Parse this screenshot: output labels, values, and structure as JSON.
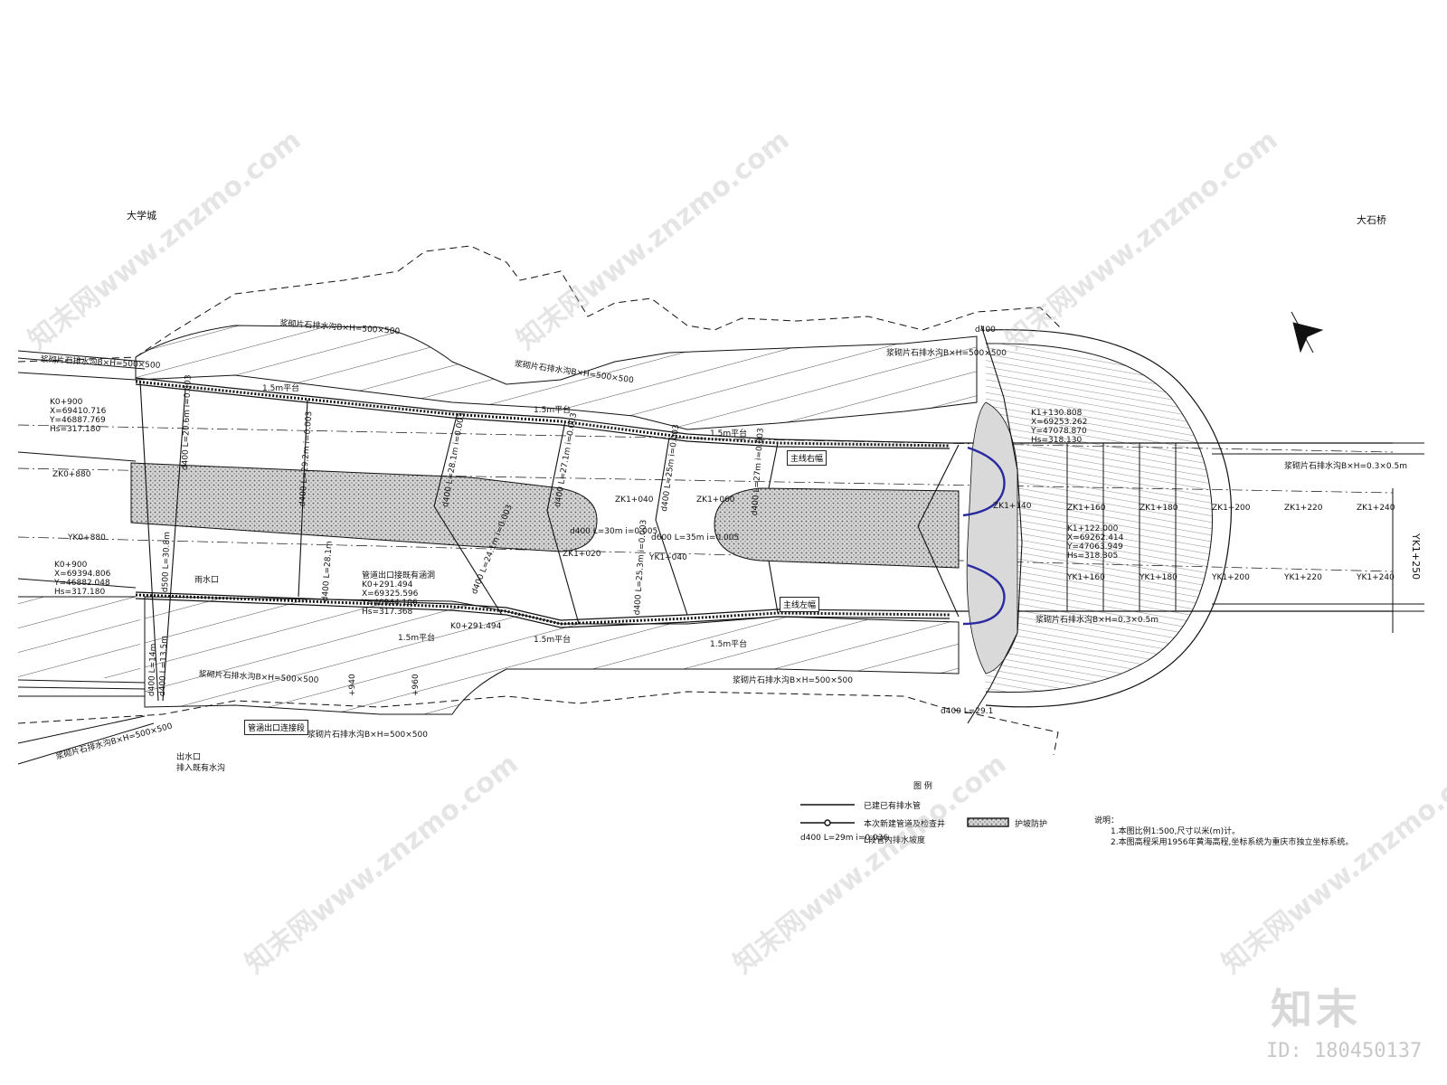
{
  "drawing": {
    "top_left_label": "大学城",
    "top_right_label": "大石桥",
    "north_arrow": "north-arrow-icon"
  },
  "points": {
    "k0900_top": {
      "name": "K0+900",
      "x": "X=69410.716",
      "y": "Y=46887.769",
      "hs": "Hs=317.180"
    },
    "k0900_bot": {
      "name": "K0+900",
      "x": "X=69394.806",
      "y": "Y=46882.048",
      "hs": "Hs=317.180"
    },
    "k0291": {
      "name": "K0+291.494",
      "x": "X=69325.596",
      "y": "Y=46944.106",
      "hs": "Hs=317.368"
    },
    "k1130": {
      "name": "K1+130.808",
      "x": "X=69253.262",
      "y": "Y=47078.870",
      "hs": "Hs=318.130"
    },
    "k1122": {
      "name": "K1+122.000",
      "x": "X=69262.414",
      "y": "Y=47063.949",
      "hs": "Hs=318.305"
    }
  },
  "stations": {
    "zk0880": "ZK0+880",
    "yk0880": "YK0+880",
    "zk1020": "ZK1+020",
    "zk1040": "ZK1+040",
    "zk1060": "ZK1+060",
    "yk1040": "YK1+040",
    "zk1140": "ZK1+140",
    "zk1160": "ZK1+160",
    "zk1180": "ZK1+180",
    "zk1200": "ZK1+200",
    "zk1220": "ZK1+220",
    "zk1240": "ZK1+240",
    "yk1160": "YK1+160",
    "yk1180": "YK1+180",
    "yk1200": "YK1+200",
    "yk1220": "YK1+220",
    "yk1240": "YK1+240",
    "yk1250": "YK1+250",
    "k0291s": "K0+291.494",
    "s940": "+940",
    "s960": "+960"
  },
  "pipes": {
    "p1": "d400 L=20.6m i=0.003",
    "p2": "d400 L=29.2m i=0.003",
    "p3": "d400 L=28.1m i=0.003",
    "p4": "d400 L=27.1m i=0.003",
    "p5": "d400 L=25m i=0.003",
    "p6": "d400 L=27m i=0.003",
    "p7": "d400 L=30m i=0.005",
    "p8": "d600 L=35m i=0.005",
    "p9": "d400 L=25.3m i=0.003",
    "p10": "d500 L=30.8m",
    "p11": "d400 L=28.1m",
    "p12": "d400 L=24.1m i=0.003",
    "p13": "d400 L=13.5m",
    "p14": "d400 L=14m"
  },
  "labels": {
    "box_upper": "主线右幅",
    "box_lower": "主线左幅",
    "box_bottom": "管涵出口连接段",
    "ditch_top1": "浆砌片石排水沟B×H=500×500",
    "ditch_top2": "浆砌片石排水沟B×H=500×500",
    "ditch_top3": "浆砌片石排水沟B×H=500×500",
    "ditch_left": "浆砌片石排水沟B×H=500×500",
    "ditch_bot1": "浆砌片石排水沟B×H=500×500",
    "ditch_bot2": "浆砌片石排水沟B×H=500×500",
    "ditch_bot3": "浆砌片石排水沟B×H=500×500",
    "ditch_bot4": "浆砌片石排水沟B×H=500×500",
    "ditch_right1": "浆砌片石排水沟B×H=0.3×0.5m",
    "ditch_right2": "浆砌片石排水沟B×H=0.3×0.5m",
    "platform1": "1.5m平台",
    "platform2": "1.5m平台",
    "platform3": "1.5m平台",
    "platform4": "1.5m平台",
    "platform5": "1.5m平台",
    "platform6": "1.5m平台",
    "pt_top": "雨水口",
    "pt_bot_l": "出水口",
    "pt_bot_l2": "排入既有水沟",
    "pt_k0291": "管道出口接既有涵洞",
    "d400a": "d400",
    "d400b": "d400 L=29.1"
  },
  "legend": {
    "title": "图  例",
    "item1": "已建已有排水管",
    "item2": "本次新建管道及检查井",
    "item3": "d400 L=29m i=0.036",
    "item3b": "L段管内排水坡度",
    "item4": "护坡防护"
  },
  "notes": {
    "title": "说明：",
    "line1": "1.本图比例1:500,尺寸以米(m)计。",
    "line2": "2.本图高程采用1956年黄海高程,坐标系统为重庆市独立坐标系统。"
  },
  "brand": {
    "logo_text": "知末",
    "id_text": "ID: 180450137",
    "watermark": "知末网www.znzmo.com"
  },
  "colors": {
    "line": "#111111",
    "hatch": "#555555",
    "pavement_fill": "#cfcfcf",
    "arc": "#2a2aa0"
  }
}
